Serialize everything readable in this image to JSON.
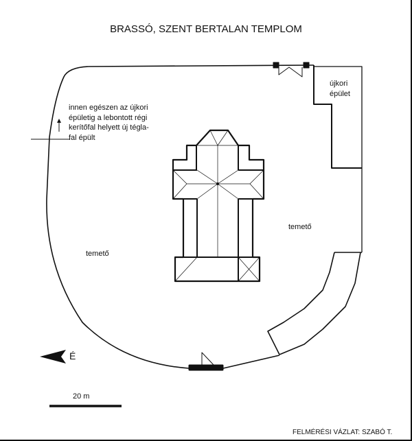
{
  "title": "BRASSÓ, SZENT BERTALAN TEMPLOM",
  "note_lines": [
    "innen egészen az újkori",
    "épületig a lebontott régi",
    "kerítőfal helyett új tégla-",
    "fal épült"
  ],
  "building_label": [
    "újkori",
    "épület"
  ],
  "cemetery_label_right": "temető",
  "cemetery_label_left": "temető",
  "north_label": "É",
  "scale_label": "20 m",
  "footer": "FELMÉRÉSI VÁZLAT: SZABÓ  T.",
  "colors": {
    "ink": "#111111",
    "background": "#ffffff"
  }
}
